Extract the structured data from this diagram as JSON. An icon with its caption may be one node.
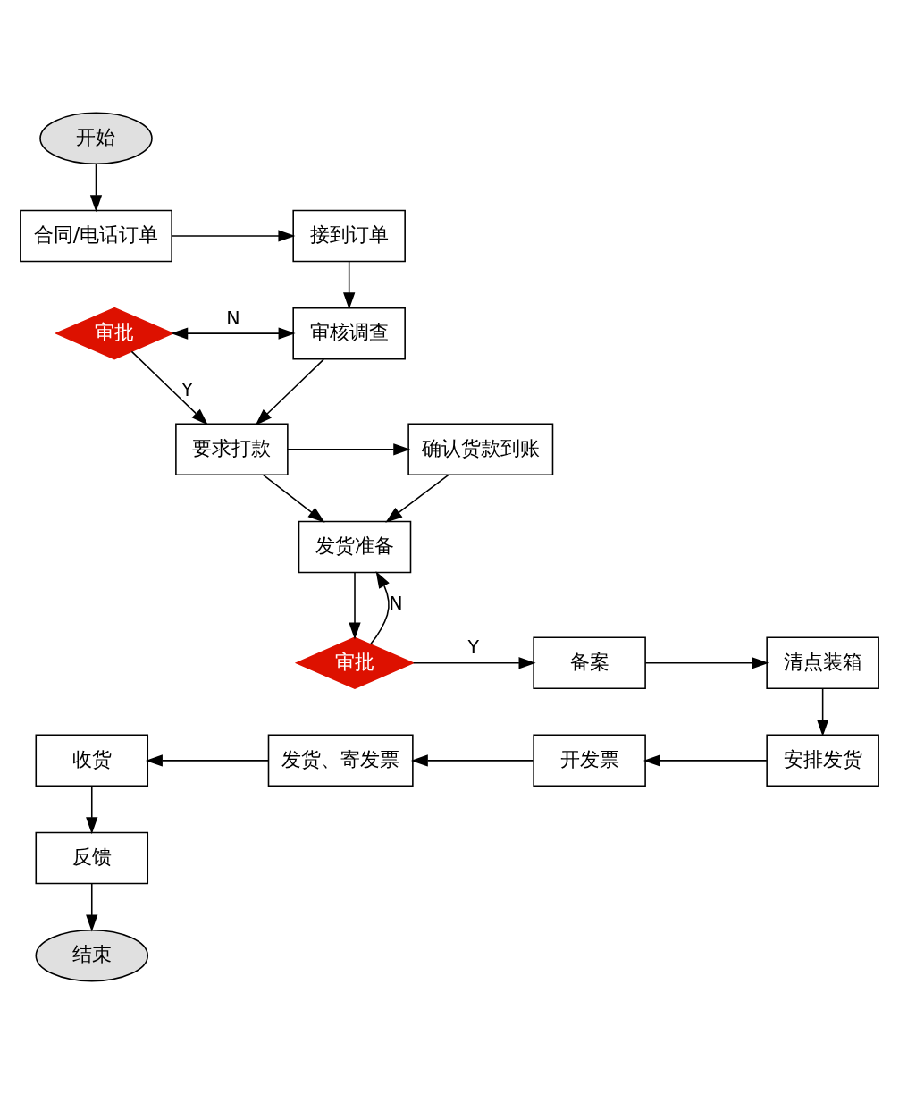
{
  "diagram": {
    "nodes": [
      {
        "text": [
          "开始"
        ]
      },
      {
        "text": [
          "合同/电话订单"
        ]
      },
      {
        "text": [
          "接到订单"
        ]
      },
      {
        "text": [
          "审批"
        ]
      },
      {
        "text": [
          "审核调查"
        ]
      },
      {
        "text": [
          "要求打款"
        ]
      },
      {
        "text": [
          "确认货款到账"
        ]
      },
      {
        "text": [
          "发货准备"
        ]
      },
      {
        "text": [
          "审批"
        ]
      },
      {
        "text": [
          "备案"
        ]
      },
      {
        "text": [
          "清点装箱"
        ]
      },
      {
        "text": [
          "安排发货"
        ]
      },
      {
        "text": [
          "开发票"
        ]
      },
      {
        "text": [
          "发货、寄发票"
        ]
      },
      {
        "text": [
          "收货"
        ]
      },
      {
        "text": [
          "反馈"
        ]
      },
      {
        "text": [
          "结束"
        ]
      }
    ],
    "edges": [
      {
        "from": 0,
        "to": 1,
        "arrow": "to"
      },
      {
        "from": 1,
        "to": 2,
        "arrow": "to"
      },
      {
        "from": 2,
        "to": 4,
        "arrow": "to"
      },
      {
        "from": 3,
        "to": 4,
        "arrow": "both",
        "label": "N"
      },
      {
        "from": 3,
        "to": 5,
        "arrow": "to",
        "label": "Y"
      },
      {
        "from": 4,
        "to": 5,
        "arrow": "to"
      },
      {
        "from": 5,
        "to": 6,
        "arrow": "to"
      },
      {
        "from": 5,
        "to": 7,
        "arrow": "to"
      },
      {
        "from": 6,
        "to": 7,
        "arrow": "to"
      },
      {
        "from": 7,
        "to": 8,
        "arrow": "to"
      },
      {
        "from": 8,
        "to": 7,
        "arrow": "to",
        "label": "N"
      },
      {
        "from": 8,
        "to": 9,
        "arrow": "to",
        "label": "Y"
      },
      {
        "from": 9,
        "to": 10,
        "arrow": "to"
      },
      {
        "from": 10,
        "to": 11,
        "arrow": "to"
      },
      {
        "from": 11,
        "to": 12,
        "arrow": "to"
      },
      {
        "from": 12,
        "to": 13,
        "arrow": "to"
      },
      {
        "from": 13,
        "to": 14,
        "arrow": "to"
      },
      {
        "from": 14,
        "to": 15,
        "arrow": "to"
      },
      {
        "from": 15,
        "to": 16,
        "arrow": "to"
      }
    ]
  }
}
